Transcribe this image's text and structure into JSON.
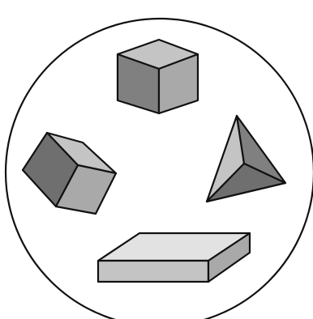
{
  "colors": {
    "background": "#ffffff",
    "outline": "#111111",
    "shade_light": "#e2e2e2",
    "shade_mid": "#c4c4c4",
    "shade_gray": "#a9a9a9",
    "shade_dark": "#808080",
    "shade_darker": "#6f6f6f"
  },
  "shapes": [
    {
      "kind": "cube"
    },
    {
      "kind": "tilted-cube"
    },
    {
      "kind": "triangular-pyramid"
    },
    {
      "kind": "rectangular-slab"
    }
  ]
}
